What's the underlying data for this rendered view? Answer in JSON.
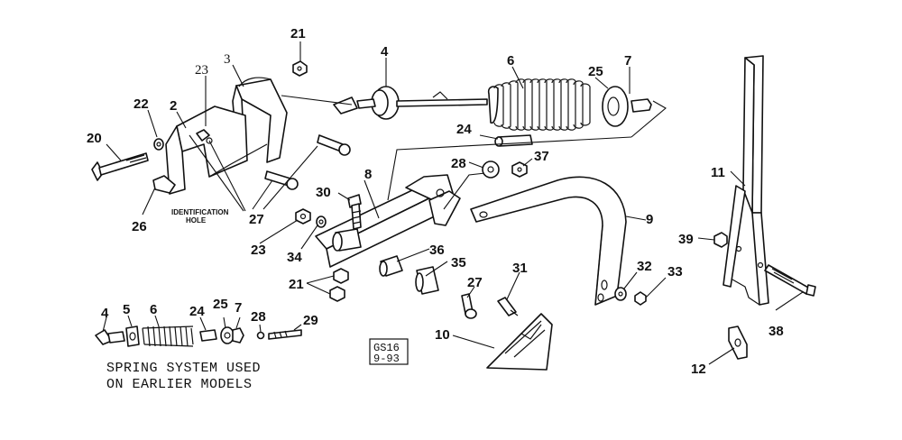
{
  "callouts": [
    {
      "id": "c21a",
      "text": "21"
    },
    {
      "id": "c23a",
      "text": "23"
    },
    {
      "id": "c3",
      "text": "3"
    },
    {
      "id": "c4a",
      "text": "4"
    },
    {
      "id": "c6a",
      "text": "6"
    },
    {
      "id": "c25a",
      "text": "25"
    },
    {
      "id": "c7a",
      "text": "7"
    },
    {
      "id": "c22",
      "text": "22"
    },
    {
      "id": "c2",
      "text": "2"
    },
    {
      "id": "c20",
      "text": "20"
    },
    {
      "id": "c24a",
      "text": "24"
    },
    {
      "id": "c28a",
      "text": "28"
    },
    {
      "id": "c37",
      "text": "37"
    },
    {
      "id": "c8",
      "text": "8"
    },
    {
      "id": "c9",
      "text": "9"
    },
    {
      "id": "c11",
      "text": "11"
    },
    {
      "id": "c30",
      "text": "30"
    },
    {
      "id": "c27a",
      "text": "27"
    },
    {
      "id": "c26",
      "text": "26"
    },
    {
      "id": "c23b",
      "text": "23"
    },
    {
      "id": "c34",
      "text": "34"
    },
    {
      "id": "c36",
      "text": "36"
    },
    {
      "id": "c35",
      "text": "35"
    },
    {
      "id": "c39",
      "text": "39"
    },
    {
      "id": "c21b",
      "text": "21"
    },
    {
      "id": "c31",
      "text": "31"
    },
    {
      "id": "c32",
      "text": "32"
    },
    {
      "id": "c33",
      "text": "33"
    },
    {
      "id": "c27b",
      "text": "27"
    },
    {
      "id": "c4b",
      "text": "4"
    },
    {
      "id": "c5",
      "text": "5"
    },
    {
      "id": "c6b",
      "text": "6"
    },
    {
      "id": "c24b",
      "text": "24"
    },
    {
      "id": "c25b",
      "text": "25"
    },
    {
      "id": "c7b",
      "text": "7"
    },
    {
      "id": "c28b",
      "text": "28"
    },
    {
      "id": "c29",
      "text": "29"
    },
    {
      "id": "c10",
      "text": "10"
    },
    {
      "id": "c38",
      "text": "38"
    },
    {
      "id": "c12",
      "text": "12"
    }
  ],
  "identification_note": {
    "line1": "IDENTIFICATION",
    "line2": "HOLE"
  },
  "caption": {
    "line1": "SPRING SYSTEM USED",
    "line2": "ON EARLIER MODELS"
  },
  "drawing_code": {
    "line1": "GS16",
    "line2": "9-93"
  }
}
